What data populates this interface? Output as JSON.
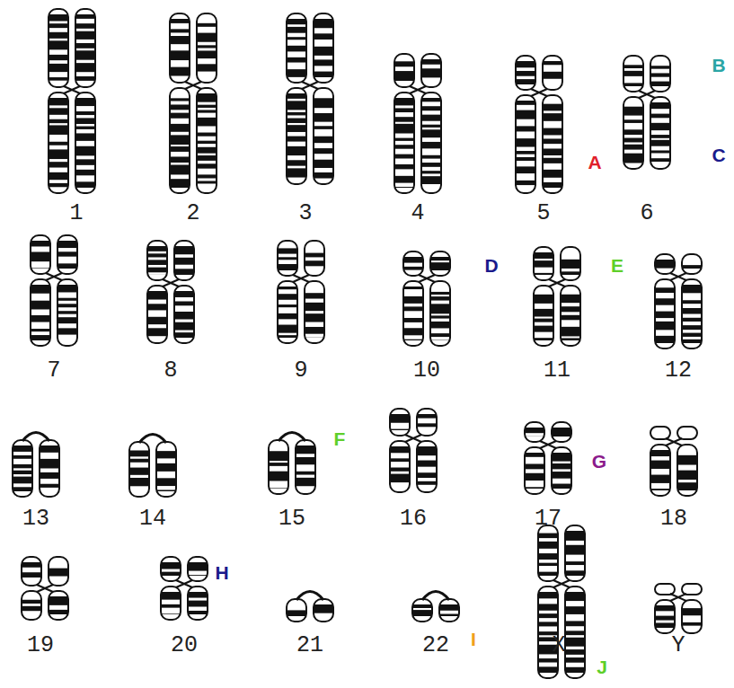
{
  "diagram": {
    "labels": [
      "1",
      "2",
      "3",
      "4",
      "5",
      "6",
      "7",
      "8",
      "9",
      "10",
      "11",
      "12",
      "13",
      "14",
      "15",
      "16",
      "17",
      "18",
      "19",
      "20",
      "21",
      "22",
      "X",
      "Y",
      "A",
      "B",
      "C",
      "D",
      "E",
      "F",
      "G",
      "H",
      "I",
      "J"
    ]
  }
}
